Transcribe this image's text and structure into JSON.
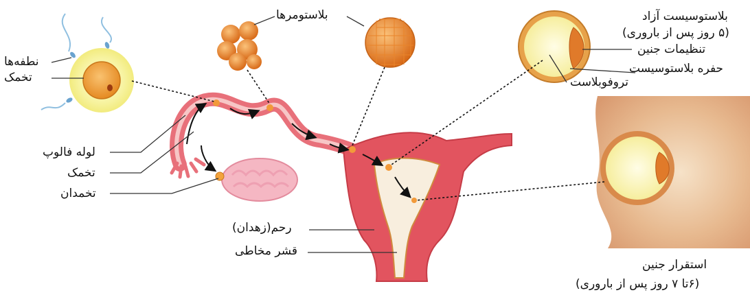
{
  "labels": {
    "sperm": "نطفه‌ها",
    "egg_top": "تخمک",
    "fallopian_tube": "لوله فالوپ",
    "egg_mid": "تخمک",
    "ovary": "تخمدان",
    "blastomeres": "بلاستومرها",
    "free_blastocyst_line1": "بلاستوسیست آزاد",
    "free_blastocyst_line2": "(۵ روز پس از باروری)",
    "embryonic_cells": "تنظیمات جنین",
    "blastocyst_cavity": "حفره بلاستوسیست",
    "trophoblast": "تروفوبلاست",
    "uterus": "رحم(زهدان)",
    "endometrium": "قشر مخاطی",
    "implantation_line1": "استقرار جنین",
    "implantation_line2": "(۶تا ۷ روز پس از باروری)"
  },
  "colors": {
    "tube": "#e8707a",
    "tube_inner": "#f7c6c6",
    "uterus": "#e2545f",
    "uterus_inner": "#f8eede",
    "cell": "#f29a3a",
    "cell_dark": "#d86e1c",
    "halo": "#f7f3a0",
    "egg": "#f3a33c",
    "ovary": "#f5b7c3",
    "blastocyst_yellow": "#fbf5c0",
    "tissue": "#e9b892",
    "sperm": "#8fbfe0"
  }
}
